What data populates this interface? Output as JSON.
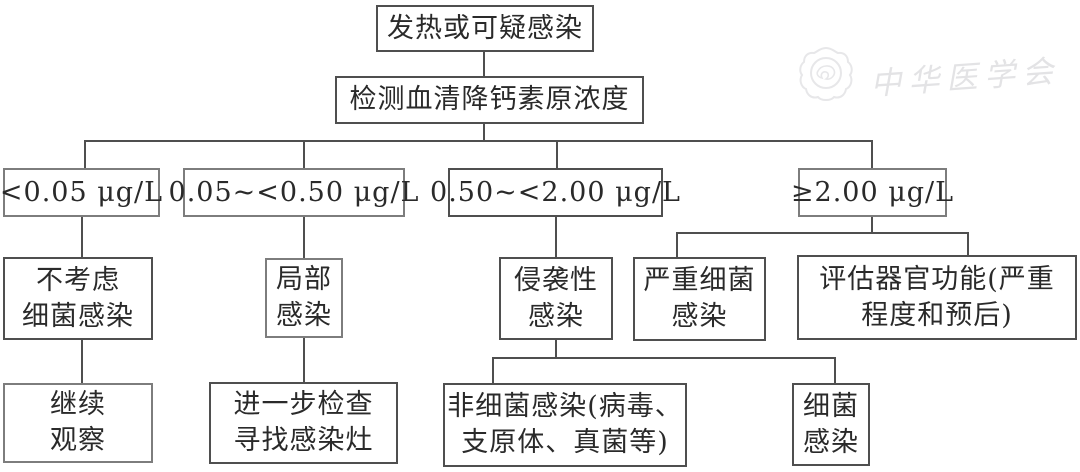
{
  "flowchart": {
    "start": "发热或可疑感染",
    "test": "检测血清降钙素原浓度",
    "thresholds": {
      "t1": "<0.05 μg/L",
      "t2": "0.05~<0.50 μg/L",
      "t3": "0.50~<2.00 μg/L",
      "t4": "≥2.00 μg/L"
    },
    "interpretations": {
      "no_bacterial": {
        "line1": "不考虑",
        "line2": "细菌感染"
      },
      "local_infection": {
        "line1": "局部",
        "line2": "感染"
      },
      "invasive": {
        "line1": "侵袭性",
        "line2": "感染"
      },
      "severe_bacterial": {
        "line1": "严重细菌",
        "line2": "感染"
      },
      "organ_function": {
        "line1": "评估器官功能(严重",
        "line2": "程度和预后)"
      }
    },
    "actions": {
      "observe": {
        "line1": "继续",
        "line2": "观察"
      },
      "further_exam": {
        "line1": "进一步检查",
        "line2": "寻找感染灶"
      },
      "non_bacterial": {
        "line1": "非细菌感染(病毒、",
        "line2": "支原体、真菌等)"
      },
      "bacterial": {
        "line1": "细菌",
        "line2": "感染"
      }
    }
  },
  "watermark": {
    "text": "中华医学会"
  },
  "colors": {
    "line": "#4f4f4f",
    "text": "#2a2a2a",
    "watermark": "#e3e3e5",
    "background": "#ffffff"
  }
}
